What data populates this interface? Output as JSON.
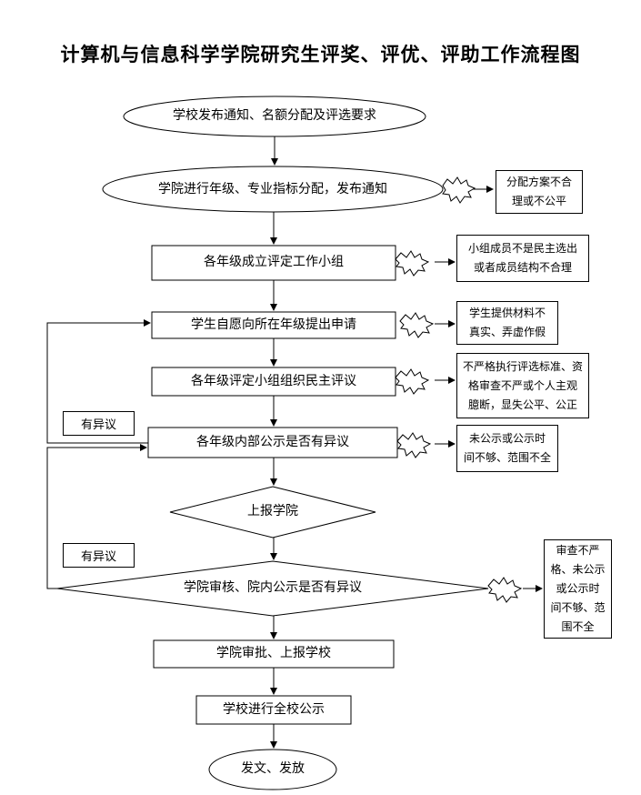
{
  "title": "计算机与信息科学学院研究生评奖、评优、评助工作流程图",
  "steps": {
    "s1": "学校发布通知、名额分配及评选要求",
    "s2": "学院进行年级、专业指标分配，发布通知",
    "s3": "各年级成立评定工作小组",
    "s4": "学生自愿向所在年级提出申请",
    "s5": "各年级评定小组组织民主评议",
    "s6": "各年级内部公示是否有异议",
    "s7": "上报学院",
    "s8": "学院审核、院内公示是否有异议",
    "s9": "学院审批、上报学校",
    "s10": "学校进行全校公示",
    "s11": "发文、发放"
  },
  "notes": {
    "n2": "分配方案不合\n理或不公平",
    "n3": "小组成员不是民主选出\n或者成员结构不合理",
    "n4": "学生提供材料不\n真实、弄虚作假",
    "n5": "不严格执行评选标准、资\n格审查不严或个人主观\n臆断，显失公平、公正",
    "n6": "未公示或公示时\n间不够、范围不全",
    "n8": "审查不严\n格、未公示\n或公示时\n间不够、范\n围不全"
  },
  "objection_labels": {
    "grade": "有异议",
    "college": "有异议"
  }
}
